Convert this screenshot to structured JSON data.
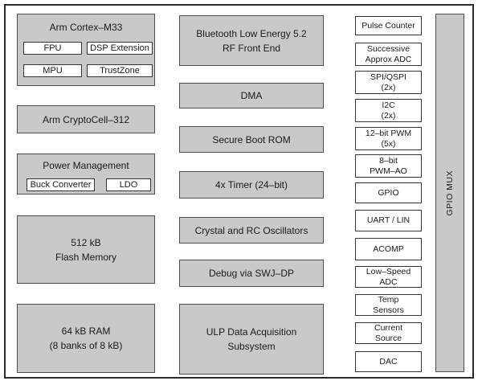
{
  "colors": {
    "block_fill": "#c9c9c9",
    "block_border": "#4e4e4e",
    "white_block_fill": "#ffffff",
    "frame_border": "#2a2a2a",
    "text": "#1a1a1a"
  },
  "blocks": {
    "cortex": {
      "title": "Arm Cortex–M33",
      "sub_blocks": [
        "FPU",
        "DSP Extension",
        "MPU",
        "TrustZone"
      ]
    },
    "cryptocell": {
      "label": "Arm CryptoCell–312"
    },
    "power": {
      "title": "Power Management",
      "sub_blocks": [
        "Buck Converter",
        "LDO"
      ]
    },
    "flash": {
      "line1": "512 kB",
      "line2": "Flash Memory"
    },
    "ram": {
      "line1": "64 kB RAM",
      "line2": "(8 banks of 8 kB)"
    },
    "ble": {
      "line1": "Bluetooth Low Energy 5.2",
      "line2": "RF Front End"
    },
    "dma": {
      "label": "DMA"
    },
    "boot_rom": {
      "label": "Secure Boot ROM"
    },
    "timer": {
      "label": "4x Timer (24–bit)"
    },
    "oscillators": {
      "label": "Crystal and RC Oscillators"
    },
    "debug": {
      "label": "Debug via SWJ–DP"
    },
    "ulp": {
      "line1": "ULP Data Acquisition",
      "line2": "Subsystem"
    },
    "pulse_counter": {
      "label": "Pulse Counter"
    },
    "sar_adc": {
      "line1": "Successive",
      "line2": "Approx ADC"
    },
    "spi_qspi": {
      "line1": "SPI/QSPI",
      "line2": "(2x)"
    },
    "i2c": {
      "line1": "I2C",
      "line2": "(2x)"
    },
    "pwm_12bit": {
      "line1": "12–bit PWM",
      "line2": "(5x)"
    },
    "pwm_8bit": {
      "line1": "8–bit",
      "line2": "PWM–AO"
    },
    "gpio": {
      "label": "GPIO"
    },
    "uart_lin": {
      "label": "UART / LIN"
    },
    "acomp": {
      "label": "ACOMP"
    },
    "low_speed_adc": {
      "line1": "Low–Speed",
      "line2": "ADC"
    },
    "temp_sensors": {
      "line1": "Temp",
      "line2": "Sensors"
    },
    "current_source": {
      "line1": "Current",
      "line2": "Source"
    },
    "dac": {
      "label": "DAC"
    },
    "gpio_mux": {
      "label": "GPIO MUX"
    }
  }
}
